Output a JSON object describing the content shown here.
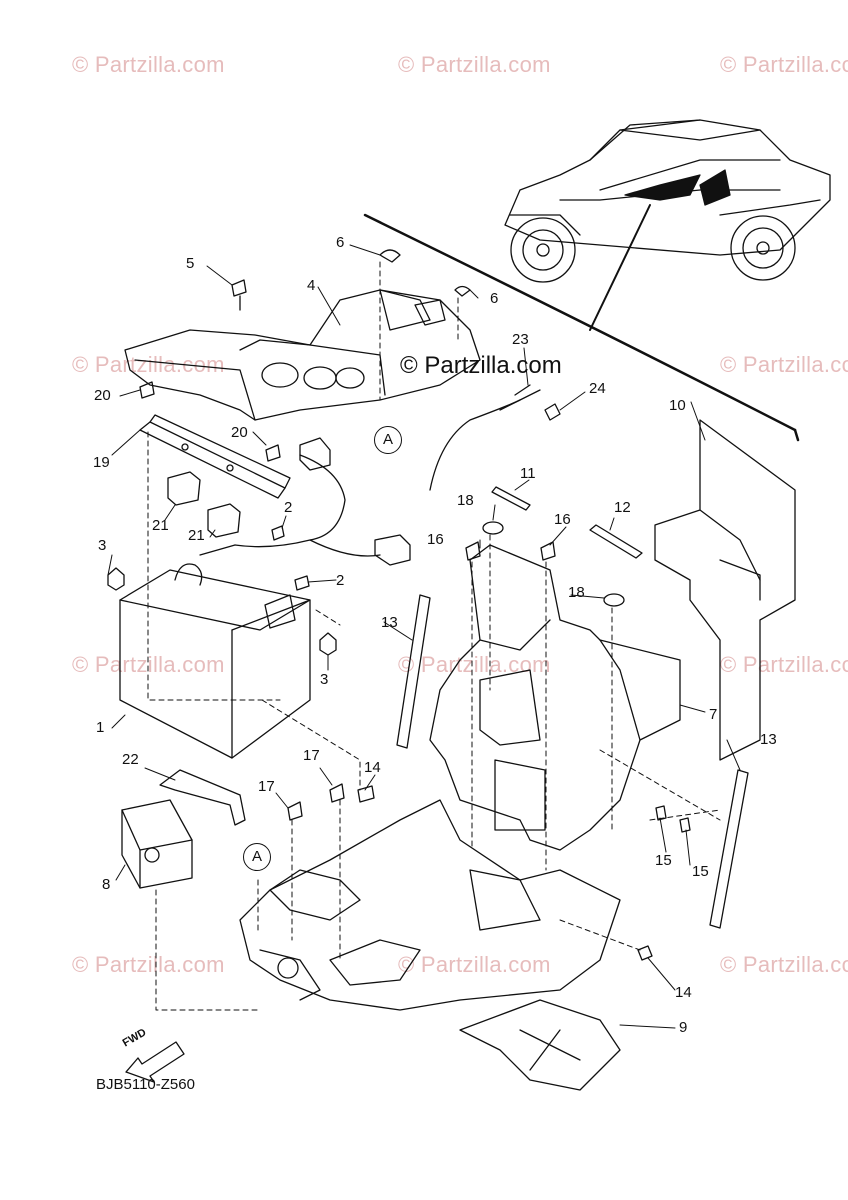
{
  "watermark": {
    "text": "© Partzilla.com"
  },
  "brand_label": "© Partzilla.com",
  "diagram_code": "BJB5110-Z560",
  "ref_label": "A",
  "fwd_label": "FWD",
  "callouts": {
    "c1": "1",
    "c2a": "2",
    "c2b": "2",
    "c3a": "3",
    "c3b": "3",
    "c4": "4",
    "c5": "5",
    "c6a": "6",
    "c6b": "6",
    "c7": "7",
    "c8": "8",
    "c9": "9",
    "c10": "10",
    "c11": "11",
    "c12": "12",
    "c13a": "13",
    "c13b": "13",
    "c14a": "14",
    "c14b": "14",
    "c15a": "15",
    "c15b": "15",
    "c16a": "16",
    "c16b": "16",
    "c17a": "17",
    "c17b": "17",
    "c18a": "18",
    "c18b": "18",
    "c19": "19",
    "c20a": "20",
    "c20b": "20",
    "c21a": "21",
    "c21b": "21",
    "c22": "22",
    "c23": "23",
    "c24": "24"
  },
  "colors": {
    "line": "#111111",
    "watermark": "#e6bcbc",
    "background": "#ffffff"
  }
}
